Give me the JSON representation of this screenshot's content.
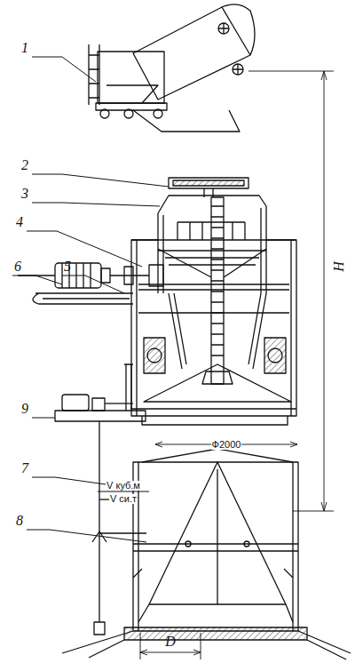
{
  "diagram": {
    "labels": [
      "1",
      "2",
      "3",
      "4",
      "5",
      "6",
      "7",
      "8",
      "9",
      "H",
      "Ф2000",
      "V куб.м",
      "V си.т",
      "D"
    ]
  }
}
